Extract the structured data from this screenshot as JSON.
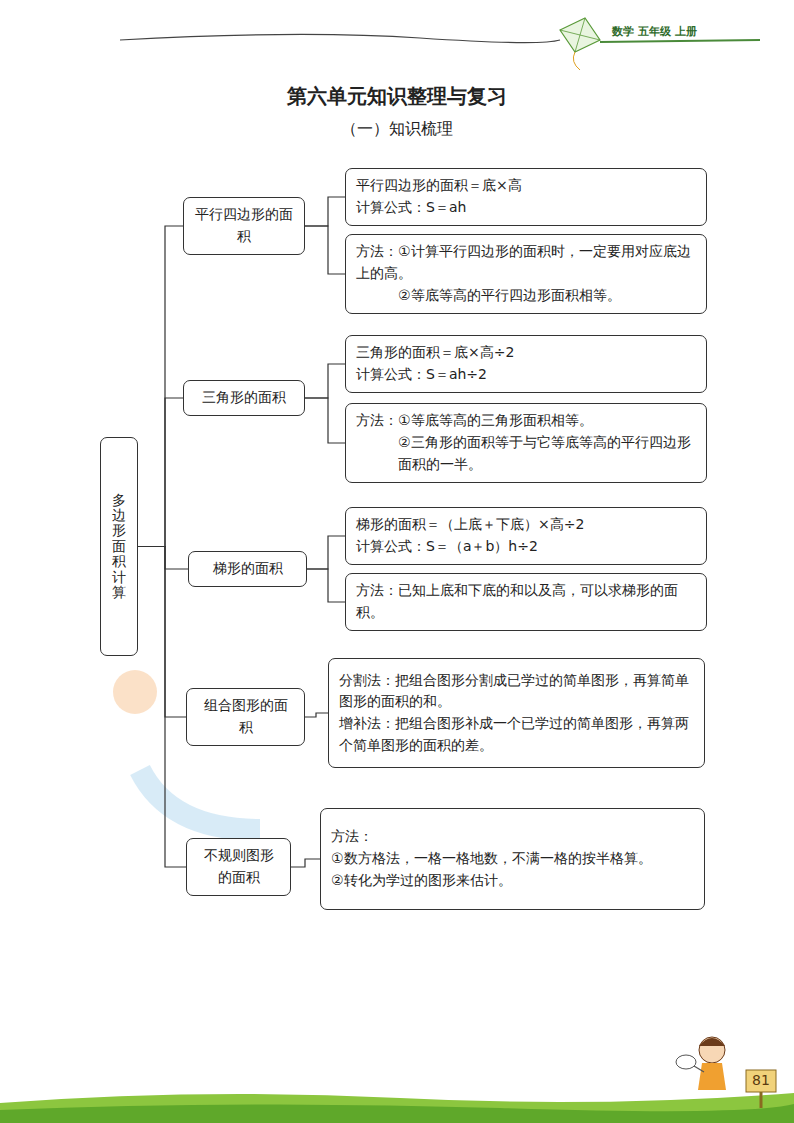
{
  "diagram": {
    "title": "第六单元知识整理与复习",
    "nodes": [
      {
        "text": [
          "多边形面积计算"
        ]
      },
      {
        "text": [
          "平行四边形的面积"
        ]
      },
      {
        "text": [
          "平行四边形的面积＝底×高",
          "计算公式：S＝ah"
        ]
      },
      {
        "text": [
          "方法：①计算平行四边形的面积时，一定要用对应底边上的高。",
          "②等底等高的平行四边形面积相等。"
        ]
      },
      {
        "text": [
          "三角形的面积"
        ]
      },
      {
        "text": [
          "三角形的面积＝底×高÷2",
          "计算公式：S＝ah÷2"
        ]
      },
      {
        "text": [
          "方法：①等底等高的三角形面积相等。",
          "②三角形的面积等于与它等底等高的平行四边形面积的一半。"
        ]
      },
      {
        "text": [
          "梯形的面积"
        ]
      },
      {
        "text": [
          "梯形的面积＝（上底＋下底）×高÷2",
          "计算公式：S＝（a＋b）h÷2"
        ]
      },
      {
        "text": [
          "方法：已知上底和下底的和以及高，可以求梯形的面积。"
        ]
      },
      {
        "text": [
          "组合图形的面积"
        ]
      },
      {
        "text": [
          "分割法：把组合图形分割成已学过的简单图形，再算简单图形的面积的和。",
          "增补法：把组合图形补成一个已学过的简单图形，再算两个简单图形的面积的差。"
        ]
      },
      {
        "text": [
          "不规则图形的面积"
        ]
      },
      {
        "text": [
          "方法：",
          "①数方格法，一格一格地数，不满一格的按半格算。",
          "②转化为学过的图形来估计。"
        ]
      }
    ],
    "edges": [
      {
        "from": 0,
        "to": 1,
        "arrow": "none"
      },
      {
        "from": 0,
        "to": 4,
        "arrow": "none"
      },
      {
        "from": 0,
        "to": 7,
        "arrow": "none"
      },
      {
        "from": 0,
        "to": 10,
        "arrow": "none"
      },
      {
        "from": 0,
        "to": 12,
        "arrow": "none"
      },
      {
        "from": 1,
        "to": 2,
        "arrow": "none"
      },
      {
        "from": 1,
        "to": 3,
        "arrow": "none"
      },
      {
        "from": 4,
        "to": 5,
        "arrow": "none"
      },
      {
        "from": 4,
        "to": 6,
        "arrow": "none"
      },
      {
        "from": 7,
        "to": 8,
        "arrow": "none"
      },
      {
        "from": 7,
        "to": 9,
        "arrow": "none"
      },
      {
        "from": 10,
        "to": 11,
        "arrow": "none"
      },
      {
        "from": 12,
        "to": 13,
        "arrow": "none"
      }
    ],
    "labels": [
      "（一）知识梳理",
      "数学 五年级 上册",
      "81"
    ]
  }
}
